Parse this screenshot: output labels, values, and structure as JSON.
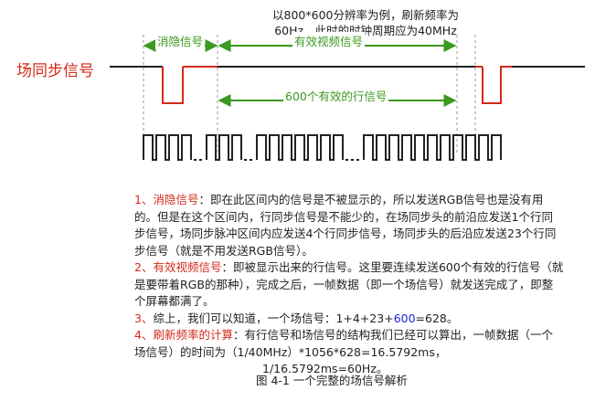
{
  "top_note": {
    "line1": "以800*600分辨率为例，刷新频率为",
    "line2": "60Hz，此时的时钟周期应为40MHz"
  },
  "labels": {
    "blanking": "消隐信号",
    "valid_video": "有效视频信号",
    "valid_lines": "600个有效的行信号",
    "signal_name": "场同步信号"
  },
  "description": {
    "p1_title": "1、消隐信号",
    "p1_body": "：即在此区间内的信号是不被显示的，所以发送RGB信号也是没有用的。但是在这个区间内，行同步信号是不能少的，在场同步头的前沿应发送1个行同步信号，场同步脉冲区间内应发送4个行同步信号，场同步头的后沿应发送23个行同步信号（就是不用发送RGB信号）。",
    "p2_title": "2、有效视频信号",
    "p2_body": "：即被显示出来的行信号。这里要连续发送600个有效的行信号（就是要带着RGB的那种），完成之后，一帧数据（即一个场信号）就发送完成了，即整个屏幕都满了。",
    "p3_prefix": "3、",
    "p3_text": "综上，我们可以知道，一个场信号：1+4+23+",
    "p3_highlight": "600",
    "p3_suffix": "=628。",
    "p4_title": "4、刷新频率的计算",
    "p4_body1": "：有行信号和场信号的结构我们已经可以算出，一帧数据（一个场信号）的时间为（1/40MHz）*1056*628=16.5792ms，",
    "p4_body2": "1/16.5792ms=60Hz。"
  },
  "caption": "图 4-1  一个完整的场信号解析",
  "colors": {
    "accent_red": "#d42a1a",
    "accent_green": "#3a9a1e",
    "accent_blue": "#1a2ad4"
  }
}
